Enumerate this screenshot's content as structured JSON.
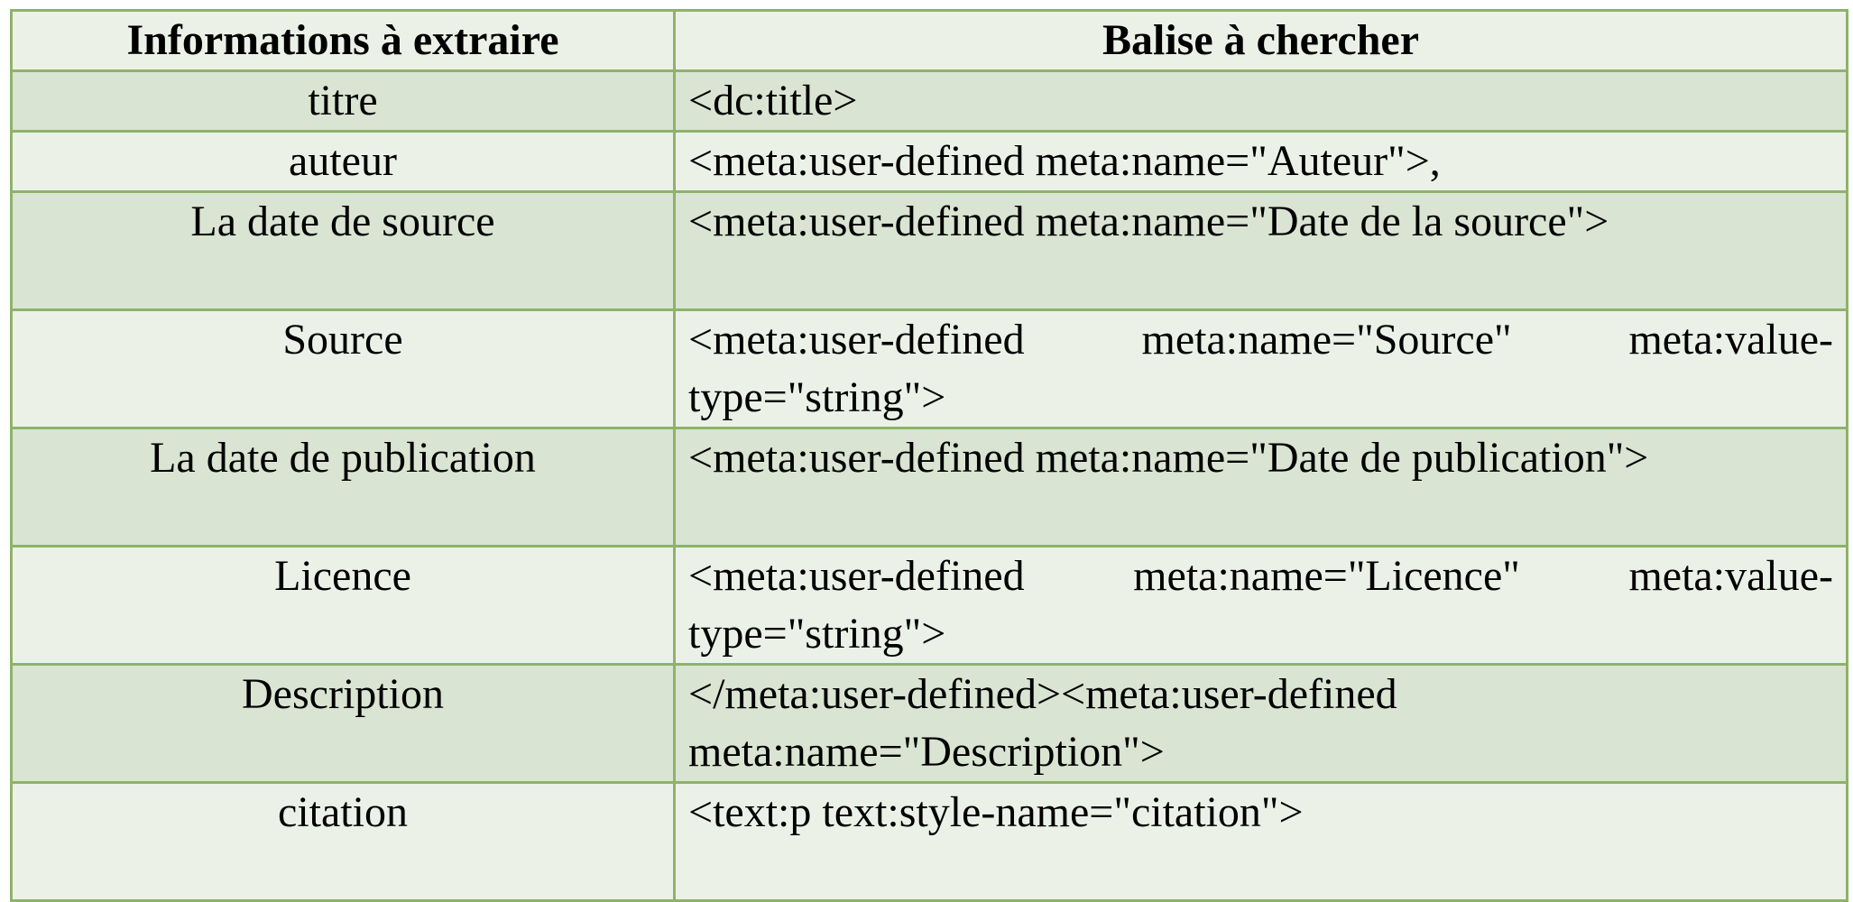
{
  "table": {
    "headers": [
      "Informations à extraire",
      "Balise à chercher"
    ],
    "rows": [
      {
        "info": "titre",
        "tag": "<dc:title>"
      },
      {
        "info": "auteur",
        "tag": "<meta:user-defined meta:name=\"Auteur\">,"
      },
      {
        "info": "La date de source",
        "tag": "<meta:user-defined meta:name=\"Date de la source\">"
      },
      {
        "info": "Source",
        "tag": "<meta:user-defined meta:name=\"Source\" meta:value-type=\"string\">"
      },
      {
        "info": "La date de publication",
        "tag": "<meta:user-defined meta:name=\"Date de publication\">"
      },
      {
        "info": "Licence",
        "tag": "<meta:user-defined meta:name=\"Licence\" meta:value-type=\"string\">"
      },
      {
        "info": "Description",
        "tag": "</meta:user-defined><meta:user-defined meta:name=\"Description\">"
      },
      {
        "info": "citation",
        "tag": "<text:p text:style-name=\"citation\">"
      }
    ]
  },
  "colors": {
    "border": "#8db36a",
    "row_shaded": "#d9e4d2",
    "row_light": "#ecf1e8"
  }
}
